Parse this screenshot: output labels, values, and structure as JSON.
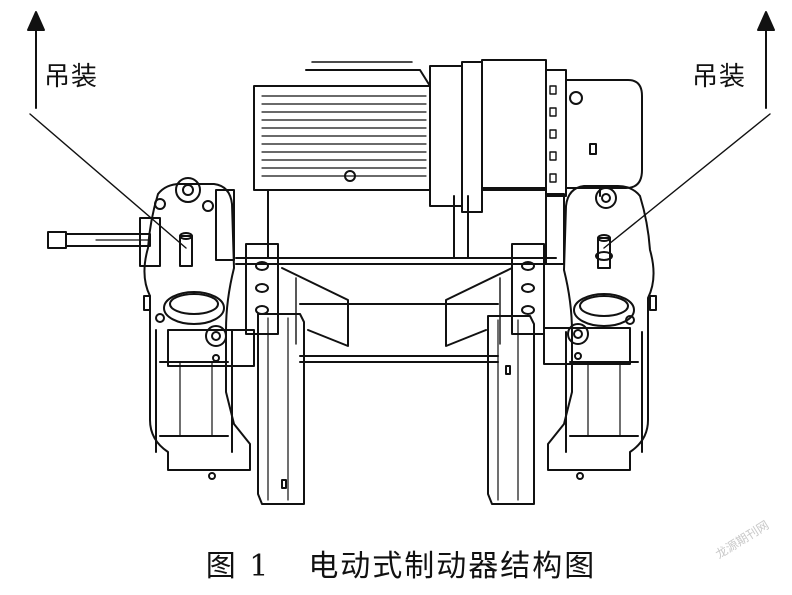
{
  "labels": {
    "left_lift": "吊装",
    "right_lift": "吊装"
  },
  "caption": {
    "figure_no": "图 1",
    "title": "电动式制动器结构图"
  },
  "watermark": "龙源期刊网"
}
